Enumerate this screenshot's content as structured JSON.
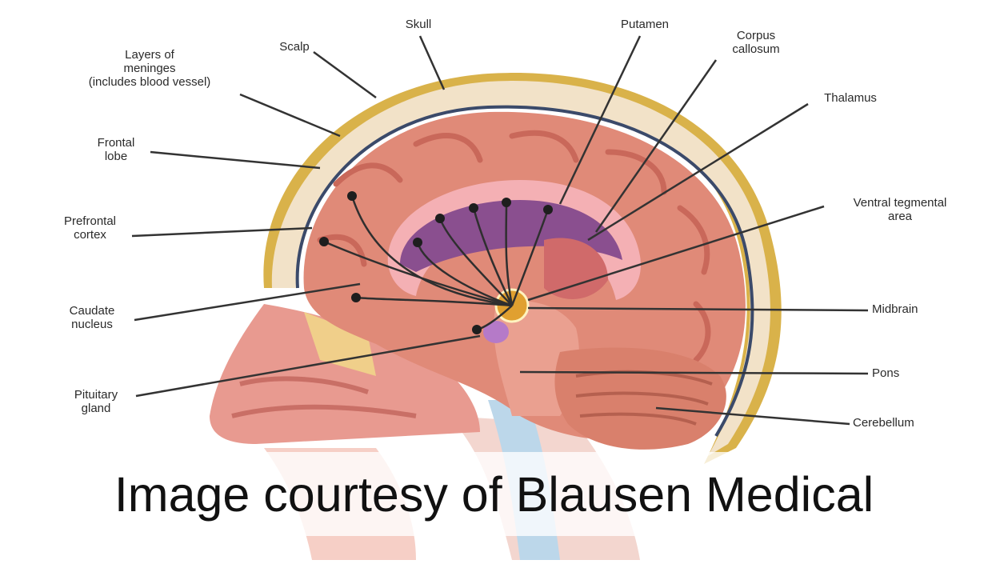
{
  "figure": {
    "caption": "Image courtesy of Blausen Medical",
    "labels": {
      "scalp": "Scalp",
      "skull": "Skull",
      "putamen": "Putamen",
      "corpus_callosum": "Corpus\ncallosum",
      "layers_of_meninges": "Layers of\nmeninges\n(includes blood vessel)",
      "thalamus": "Thalamus",
      "frontal_lobe": "Frontal\nlobe",
      "ventral_tegmental_area": "Ventral tegmental\narea",
      "prefrontal_cortex": "Prefrontal\ncortex",
      "caudate_nucleus": "Caudate\nnucleus",
      "midbrain": "Midbrain",
      "pons": "Pons",
      "pituitary_gland": "Pituitary\ngland",
      "cerebellum": "Cerebellum"
    },
    "colors": {
      "cortex": "#e08a78",
      "gyri_shadow": "#c9685a",
      "skull": "#f2e2c8",
      "scalp": "#d9b24a",
      "meninges": "#3b4a6a",
      "limbic": "#8a4f8f",
      "pathway": "#2f2f2f",
      "vta": "#e0a030",
      "face": "#e89a90",
      "spine": "#bcd7ea"
    }
  }
}
